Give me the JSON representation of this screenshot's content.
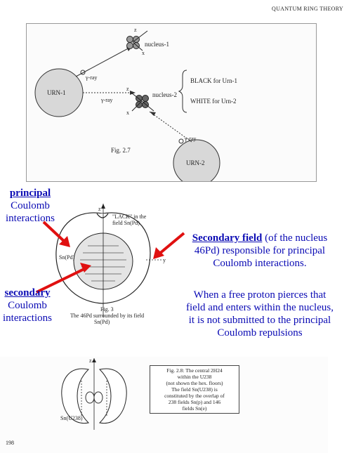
{
  "header": {
    "running_title": "QUANTUM RING THEORY"
  },
  "figure_2_7": {
    "caption": "Fig. 2.7",
    "urn1": "URN-1",
    "urn2": "URN-2",
    "nucleus1": "nucleus-1",
    "nucleus2": "nucleus-2",
    "gamma_ray": "γ-ray",
    "axis_z": "z",
    "axis_x": "x",
    "black_for": "BLACK for Urn-1",
    "white_for": "WHITE for Urn-2"
  },
  "figure_3": {
    "principal_word": "principal",
    "principal_rest_1": "Coulomb",
    "principal_rest_2": "interactions",
    "secondary_word": "secondary",
    "secondary_rest_1": "Coulomb",
    "secondary_rest_2": "interactions",
    "lack_label_1": "\"LACK\" in the",
    "lack_label_2": "field Sn(Pd)",
    "snpd_label": "Sn(Pd)",
    "axis_z": "z",
    "axis_y": "y",
    "caption": "Fig. 3",
    "caption_line1": "The 46Pd surrounded by its field",
    "caption_line2": "Sn(Pd)",
    "secondary_field_bold": "Secondary field",
    "secondary_field_rest_1": "(of the nucleus",
    "secondary_field_rest_2": "46Pd) responsible for principal",
    "secondary_field_rest_3": "Coulomb interactions.",
    "pierce_line1": "When a free proton pierces that",
    "pierce_line2": "field and enters within the nucleus,",
    "pierce_line3": "it is not submitted to the principal",
    "pierce_line4": "Coulomb repulsions",
    "arrow_color": "#e01010",
    "text_color": "#0a0ab4"
  },
  "figure_2_8": {
    "axis_z": "z",
    "snu_label": "Sn(U238)",
    "box_line1": "Fig. 2.8: The central 2H24",
    "box_line2": "within the U238",
    "box_line3": "(not shown the hex. floors)",
    "box_line4": "The field Sn(U238) is",
    "box_line5": "constituted by the overlap of",
    "box_line6": "238 fields Sn(p) and 146",
    "box_line7": "fields Sn(e)"
  },
  "page_number": "198"
}
